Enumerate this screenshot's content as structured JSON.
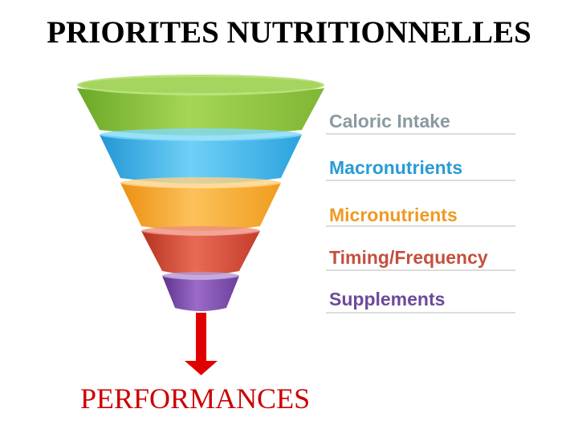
{
  "title": "PRIORITES NUTRITIONNELLES",
  "levels": [
    {
      "label": "Caloric Intake",
      "color": "#8fc33d",
      "dark": "#5a9a1e",
      "text_color": "#8a9aa0"
    },
    {
      "label": "Macronutrients",
      "color": "#3bb6e8",
      "dark": "#1e86c2",
      "text_color": "#2a9ad6"
    },
    {
      "label": "Micronutrients",
      "color": "#f5a623",
      "dark": "#e07d10",
      "text_color": "#ef9a22"
    },
    {
      "label": "Timing/Frequency",
      "color": "#d44a36",
      "dark": "#a92a1f",
      "text_color": "#c4503f"
    },
    {
      "label": "Supplements",
      "color": "#7b4ca8",
      "dark": "#5a2e87",
      "text_color": "#6d4a9a"
    }
  ],
  "result": "PERFORMANCES",
  "arrow_color": "#e00000"
}
